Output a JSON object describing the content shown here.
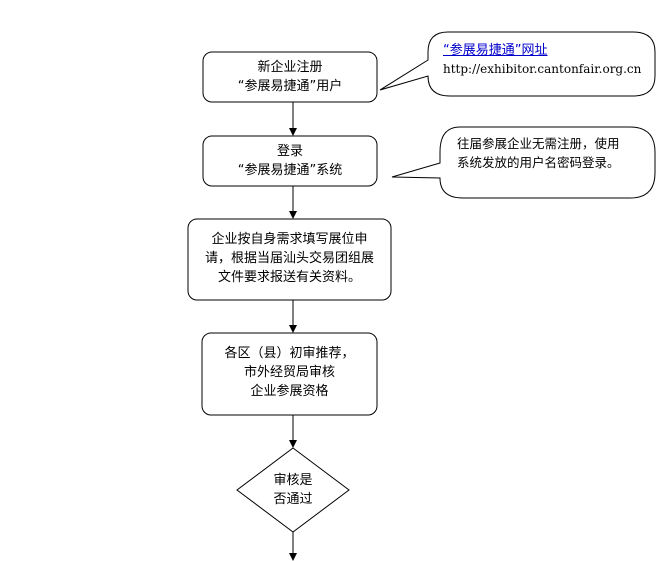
{
  "steps": {
    "register": {
      "line1": "新企业注册",
      "line2": "“参展易捷通”用户"
    },
    "login": {
      "line1": "登录",
      "line2": "“参展易捷通”系统"
    },
    "apply": {
      "line1": "企业按自身需求填写展位申",
      "line2": "请，根据当届汕头交易团组展",
      "line3": "文件要求报送有关资料。"
    },
    "review": {
      "line1": "各区（县）初审推荐，",
      "line2": "市外经贸局审核",
      "line3": "企业参展资格"
    },
    "decision": {
      "line1": "审核是",
      "line2": "否通过"
    }
  },
  "callouts": {
    "site": {
      "title": "“参展易捷通”网址",
      "url": "http://exhibitor.cantonfair.org.cn"
    },
    "note": {
      "line1": "往届参展企业无需注册，使用",
      "line2": "系统发放的用户名密码登录。"
    }
  }
}
